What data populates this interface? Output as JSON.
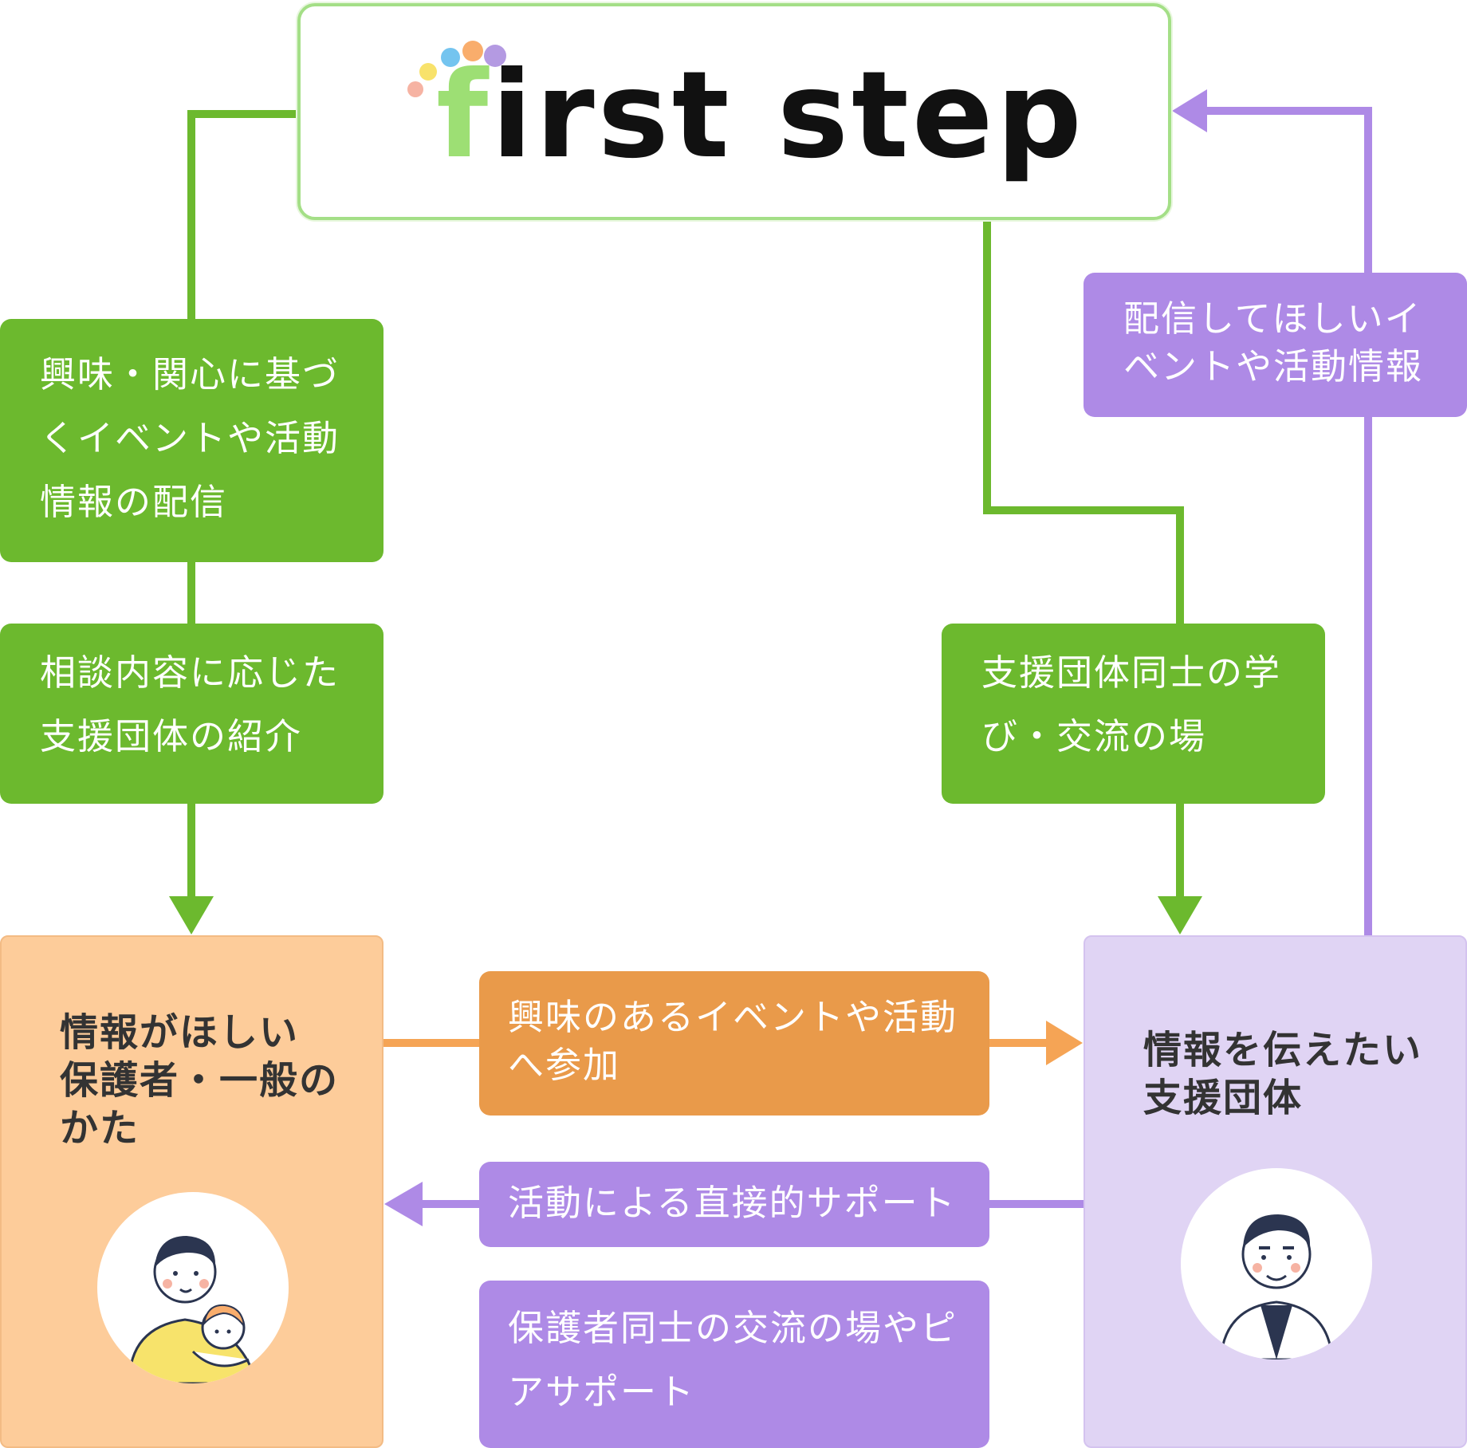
{
  "logo": {
    "text_first": "f",
    "text_rest": "irst step",
    "alt": "first step"
  },
  "boxes": {
    "interest": "興味・関心に基づくイベントや活動情報の配信",
    "interest_lines": [
      "興味・関心に基づ",
      "くイベントや活動",
      "情報の配信"
    ],
    "consult_lines": [
      "相談内容に応じた",
      "支援団体の紹介"
    ],
    "learn_lines": [
      "支援団体同士の学",
      "び・交流の場"
    ],
    "request_lines": [
      "配信してほしいイ",
      "ベントや活動情報"
    ],
    "seekers_lines": [
      "情報がほしい",
      "保護者・一般の",
      "かた"
    ],
    "groups_lines": [
      "情報を伝えたい",
      "支援団体"
    ],
    "join_lines": [
      "興味のあるイベントや活動",
      "へ参加"
    ],
    "support": "活動による直接的サポート",
    "peer_lines": [
      "保護者同士の交流の場やピ",
      "アサポート"
    ]
  },
  "colors": {
    "green": "#6cb92e",
    "purple": "#ae8ae6",
    "orange": "#e99a4a",
    "peach": "#fdcc9a",
    "lavender": "#e0d4f4",
    "logo_border": "#a4df87"
  }
}
